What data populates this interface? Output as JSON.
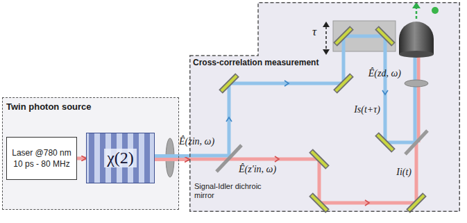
{
  "diagram": {
    "nodes": [
      {
        "text": [
          "Twin photon source"
        ]
      },
      {
        "text": [
          "Laser @780 nm",
          "10 ps - 80 MHz"
        ],
        "in": 0
      },
      {
        "text": [
          "χ(2)"
        ],
        "in": 0
      },
      {
        "text": [
          "Cross-correlation measurement"
        ]
      }
    ],
    "edges": [
      {
        "from": 1,
        "to": 2,
        "arrow": "to"
      },
      {
        "from": 2,
        "to": 3,
        "arrow": "to"
      }
    ],
    "labels": [
      "τ",
      "Ê(zin, ω)",
      "Ê(z′in, ω)",
      "Signal-Idler dichroic mirror",
      "Is(t+τ)",
      "Ii(t)",
      "Ê(zd, ω)"
    ]
  }
}
